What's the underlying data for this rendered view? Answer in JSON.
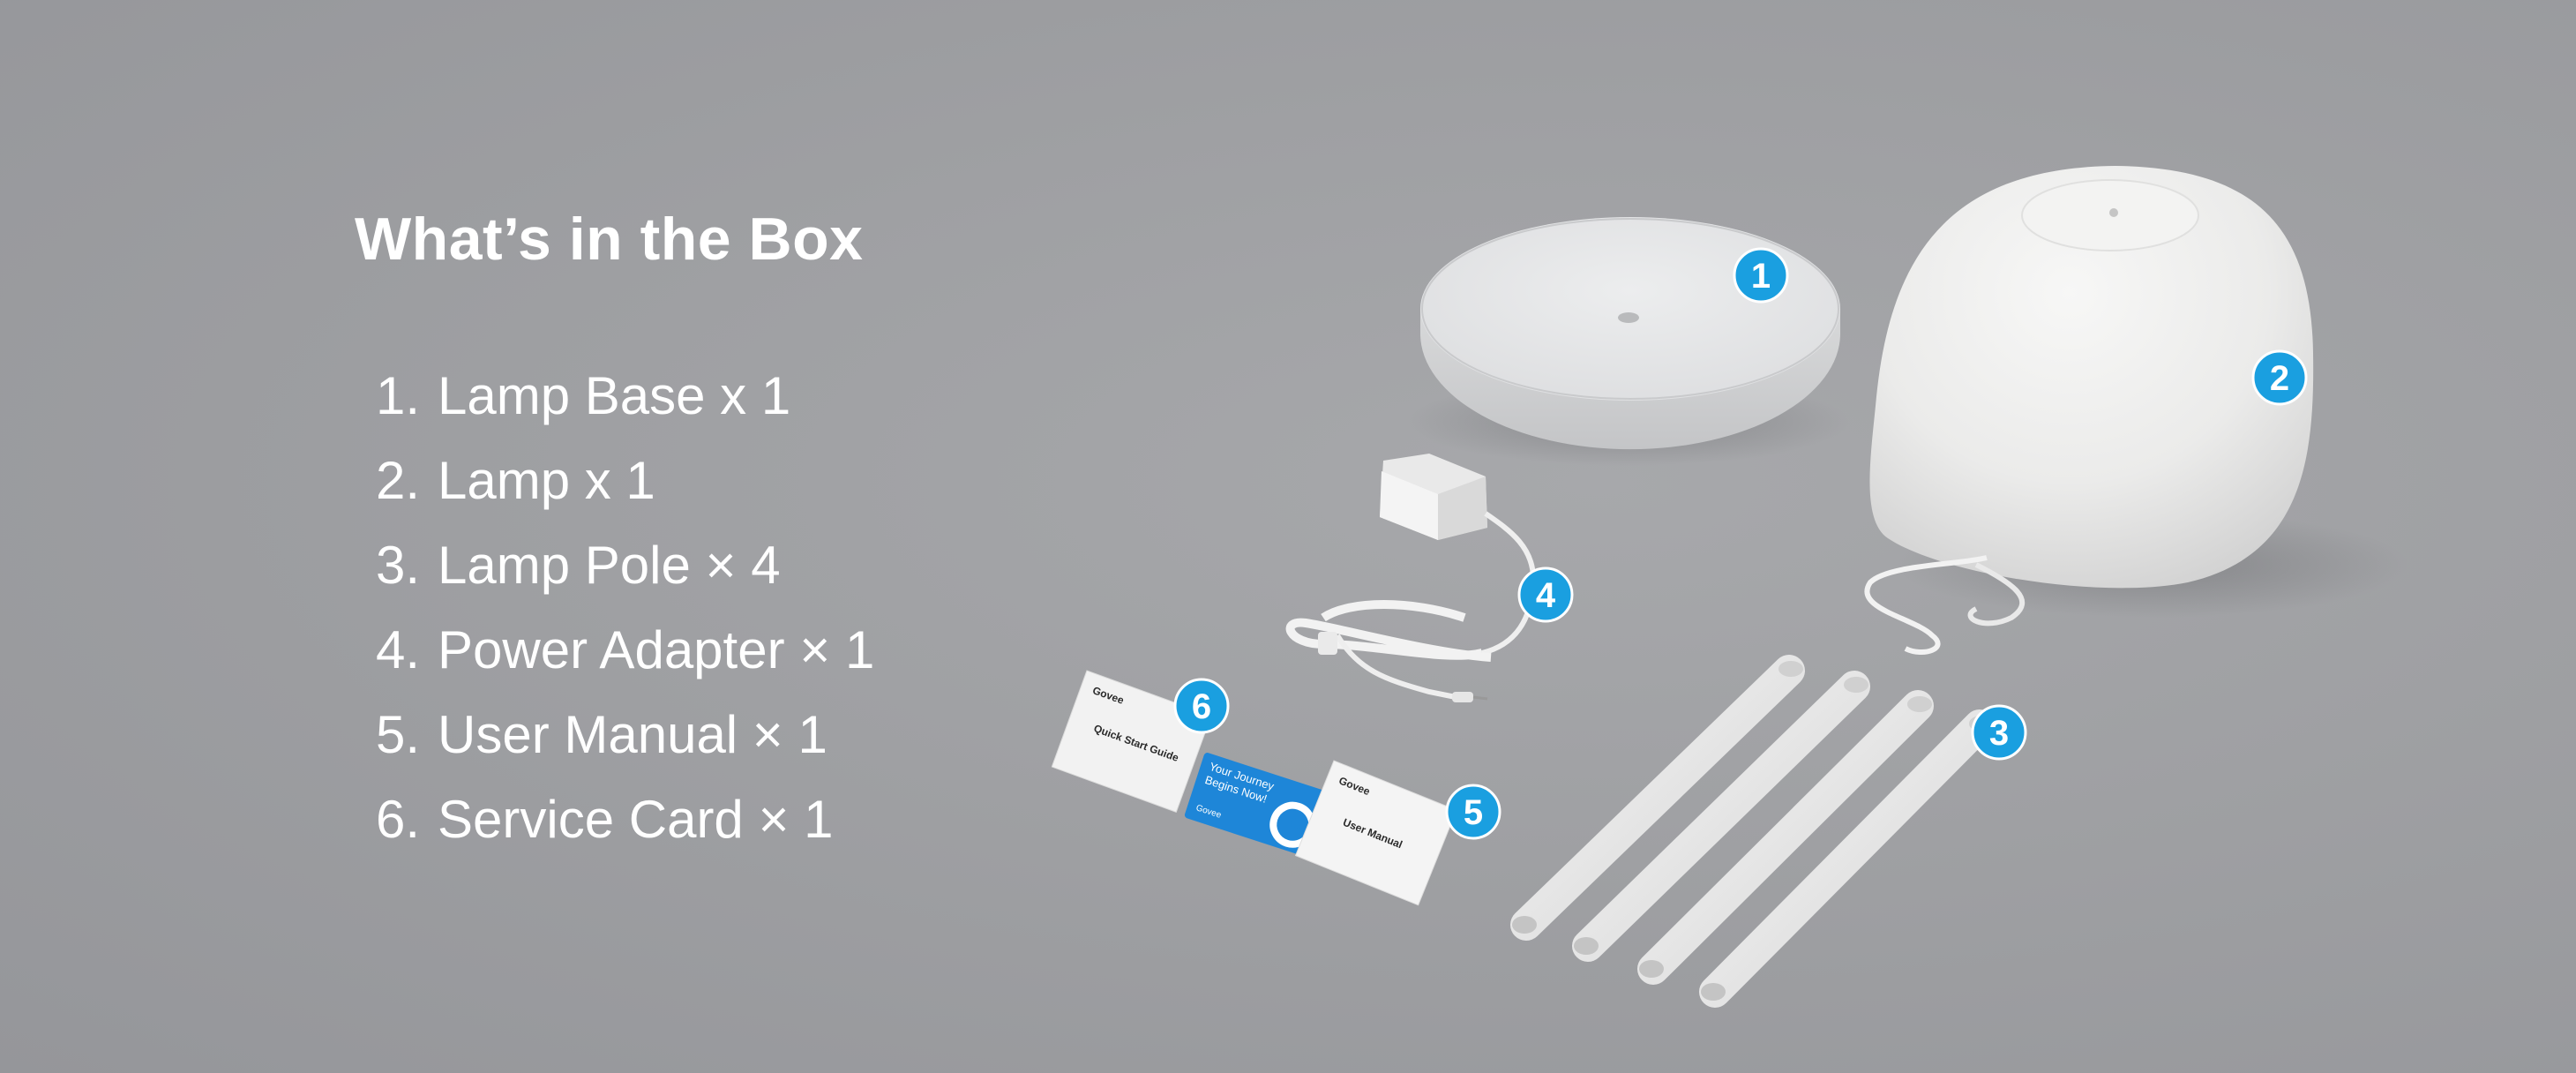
{
  "heading": "What’s in the Box",
  "items": [
    {
      "number": "1.",
      "label": "Lamp Base x 1"
    },
    {
      "number": "2.",
      "label": "Lamp x 1"
    },
    {
      "number": "3.",
      "label": "Lamp Pole × 4"
    },
    {
      "number": "4.",
      "label": "Power Adapter × 1"
    },
    {
      "number": "5.",
      "label": "User Manual × 1"
    },
    {
      "number": "6.",
      "label": "Service Card × 1"
    }
  ],
  "callouts": [
    "1",
    "2",
    "3",
    "4",
    "5",
    "6"
  ],
  "cards": {
    "quick_start_brand": "Govee",
    "quick_start_title": "Quick Start Guide",
    "service_card_text_1": "Your Journey",
    "service_card_text_2": "Begins Now!",
    "service_card_brand": "Govee",
    "manual_brand": "Govee",
    "manual_title": "User Manual"
  },
  "colors": {
    "background": "#9fa0a3",
    "badge": "#1a9fe0",
    "service_card": "#1e86d8",
    "text": "#ffffff"
  }
}
